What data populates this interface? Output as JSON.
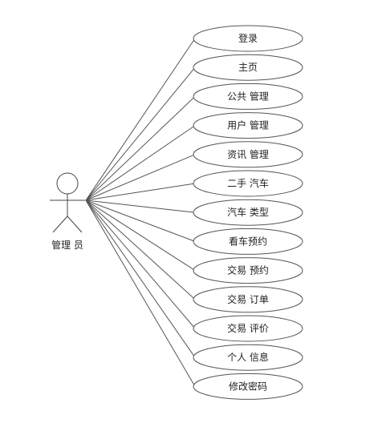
{
  "actor": {
    "name": "管理 员"
  },
  "use_cases": [
    "登录",
    "主页",
    "公共 管理",
    "用户 管理",
    "资讯 管理",
    "二手 汽车",
    "汽车 类型",
    "看车预约",
    "交易 预约",
    "交易 订单",
    "交易 评价",
    "个人 信息",
    "修改密码"
  ]
}
